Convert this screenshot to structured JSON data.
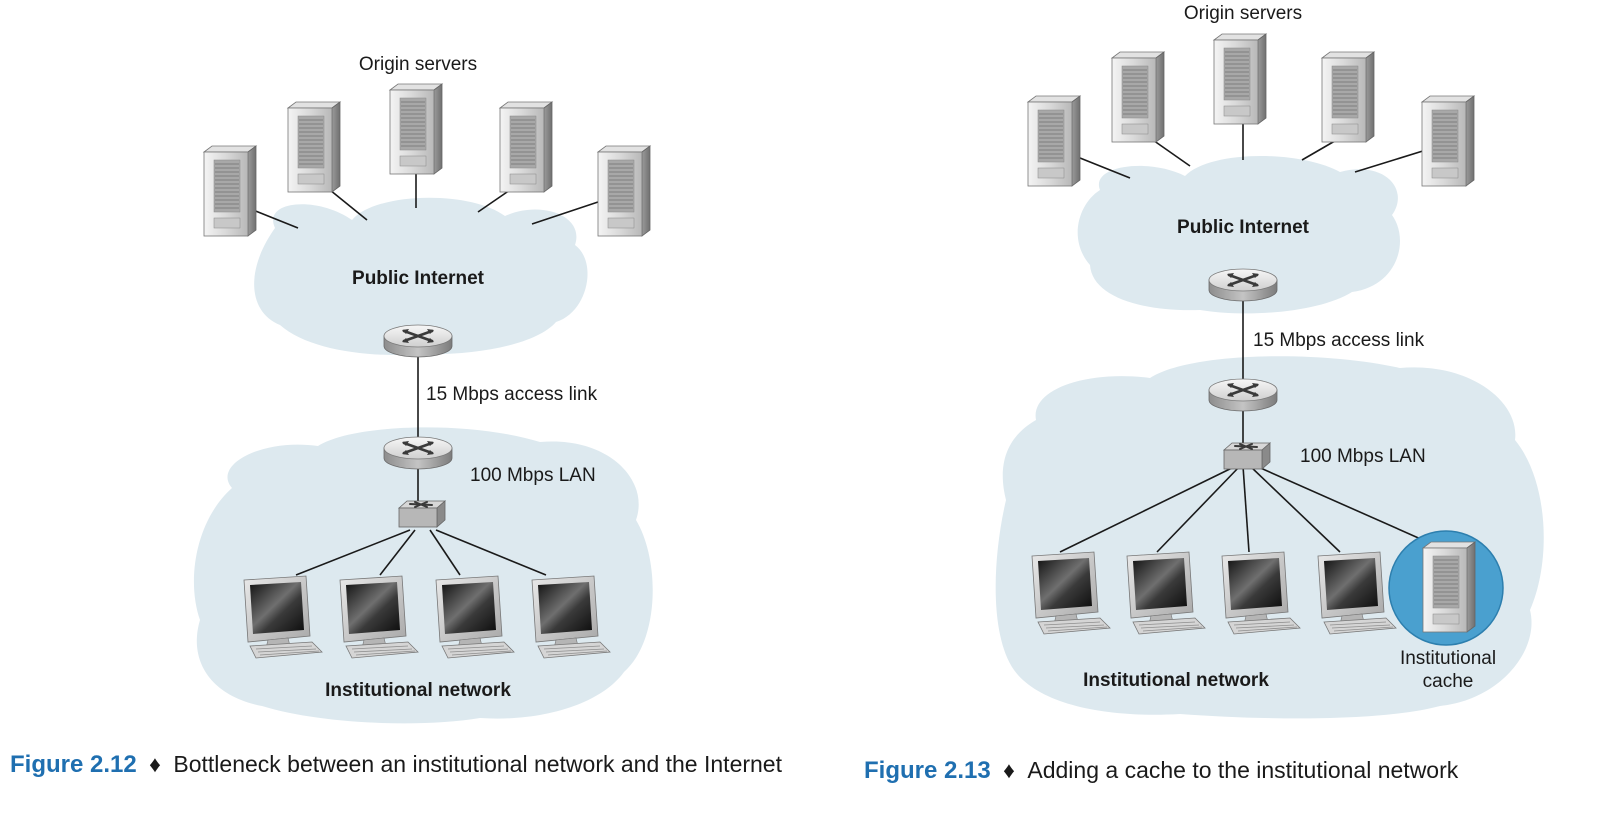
{
  "colors": {
    "cloud_fill": "#dde9ef",
    "caption_blue": "#1f6fb0",
    "cache_highlight": "#4aa0cf",
    "line": "#1a1a1a"
  },
  "left": {
    "servers_label": "Origin servers",
    "internet_label": "Public Internet",
    "access_link_label": "15 Mbps access link",
    "lan_label": "100 Mbps LAN",
    "network_label": "Institutional network",
    "caption_number": "Figure 2.12",
    "caption_bullet": "♦",
    "caption_text": "Bottleneck between an institutional network and the Internet"
  },
  "right": {
    "servers_label": "Origin servers",
    "internet_label": "Public Internet",
    "access_link_label": "15 Mbps access link",
    "lan_label": "100 Mbps LAN",
    "network_label": "Institutional network",
    "cache_label_line1": "Institutional",
    "cache_label_line2": "cache",
    "caption_number": "Figure 2.13",
    "caption_bullet": "♦",
    "caption_text": "Adding a cache to the institutional network"
  },
  "icons": {
    "server": "server-icon",
    "router": "router-icon",
    "switch": "switch-icon",
    "computer": "computer-icon"
  }
}
